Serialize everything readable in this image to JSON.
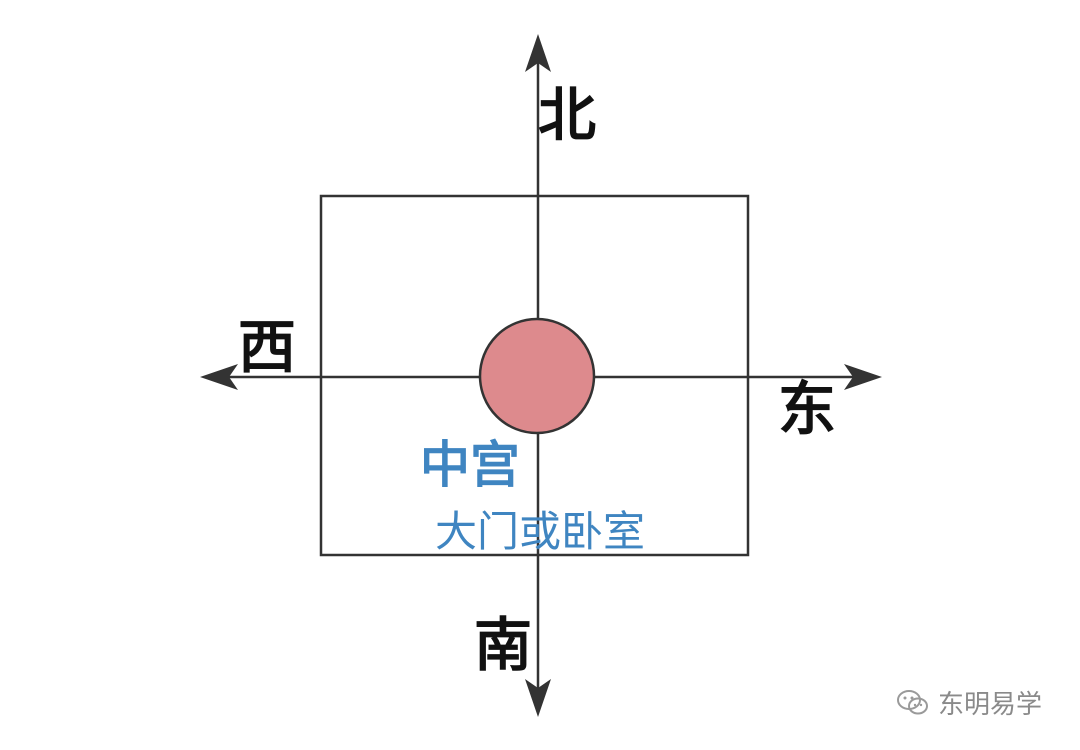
{
  "directions": {
    "north": "北",
    "south": "南",
    "east": "东",
    "west": "西"
  },
  "center": {
    "title": "中宫",
    "subtitle": "大门或卧室"
  },
  "watermark": {
    "text": "东明易学",
    "icon": "wechat-icon"
  },
  "colors": {
    "axis": "#333333",
    "frame": "#333333",
    "center_circle_fill": "#dd8a8d",
    "center_text": "#3f85c1",
    "direction_text": "#111111"
  }
}
